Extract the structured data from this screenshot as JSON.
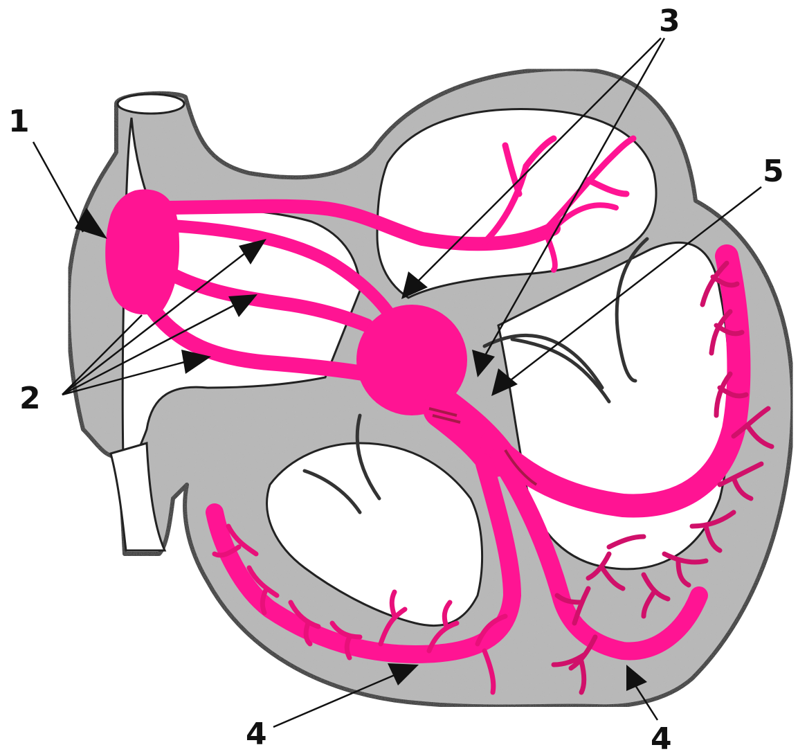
{
  "labels": {
    "l1": "1",
    "l2": "2",
    "l3": "3",
    "l4a": "4",
    "l4b": "4",
    "l5": "5"
  },
  "colors": {
    "conduction": "#ff1493",
    "conduction_dark": "#d0106a",
    "wall": "#b9b9b9",
    "outline": "#111111",
    "background": "#ffffff"
  }
}
